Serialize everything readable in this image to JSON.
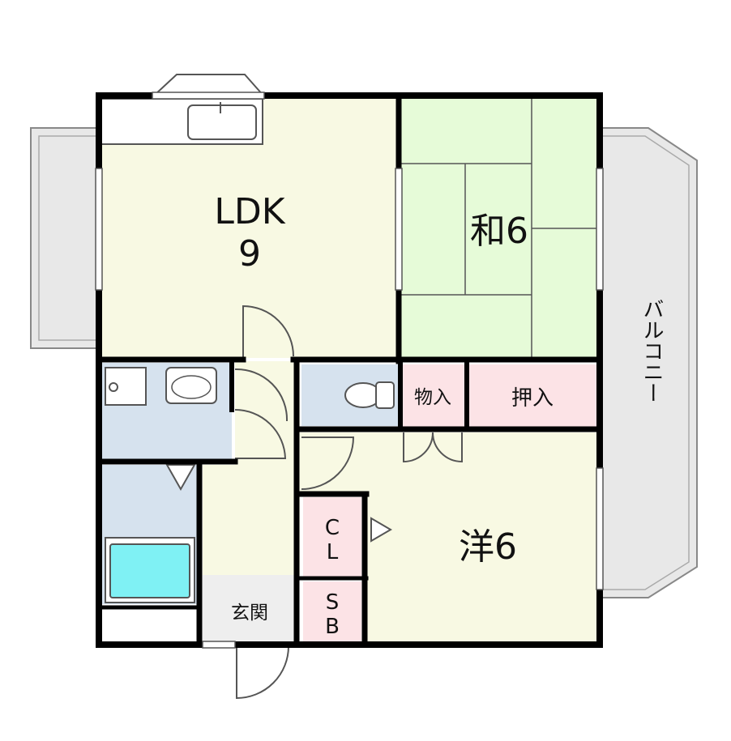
{
  "rooms": {
    "ldk": {
      "name": "LDK",
      "size": "9",
      "color": "#f8f9e3"
    },
    "washitsu": {
      "label": "和6",
      "color": "#e6fbd8"
    },
    "yoshitsu": {
      "label": "洋6",
      "color": "#f8f9e3"
    },
    "closet_cl": {
      "line1": "C",
      "line2": "L",
      "color": "#fce3e6"
    },
    "shoebox_sb": {
      "line1": "S",
      "line2": "B",
      "color": "#fce3e6"
    },
    "storage": {
      "label": "物入",
      "color": "#fce3e6"
    },
    "oshiire": {
      "label": "押入",
      "color": "#fce3e6"
    },
    "genkan": {
      "label": "玄関",
      "color": "#eeeeee"
    },
    "wet_area_color": "#d6e2ee",
    "bathtub_color": "#7ff1f4"
  },
  "balcony": {
    "label": "バルコニー",
    "color": "#e8e8e8"
  },
  "colors": {
    "wall": "#000000",
    "hallway": "#f8f9e3"
  }
}
